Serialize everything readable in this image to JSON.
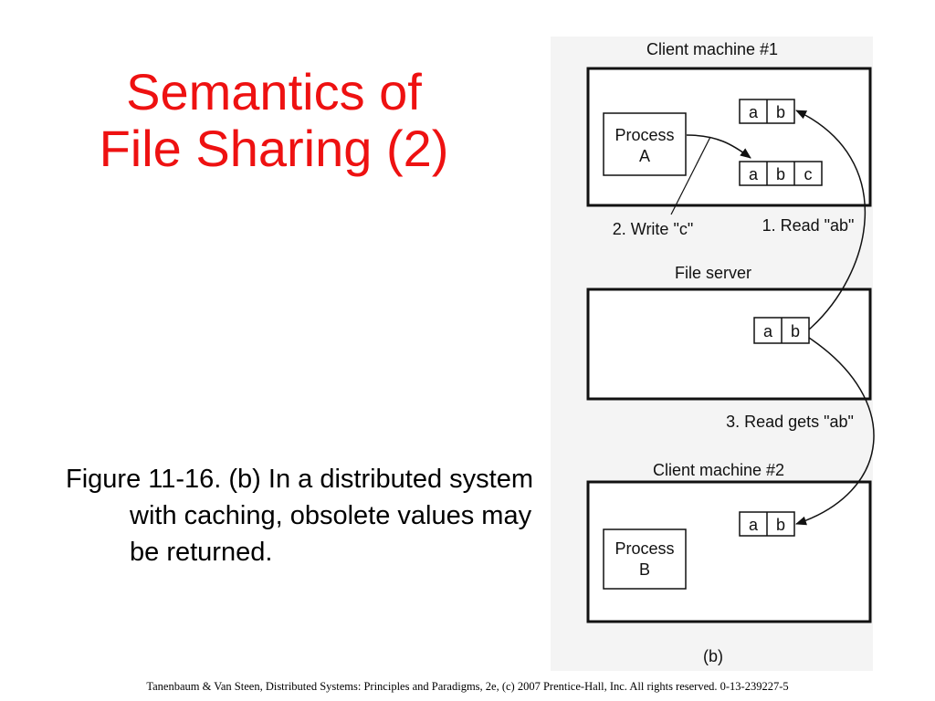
{
  "slide": {
    "title_line1": "Semantics of",
    "title_line2": "File Sharing (2)",
    "caption": "Figure 11-16. (b) In a distributed system with caching, obsolete values may be returned.",
    "footer": "Tanenbaum & Van Steen, Distributed Systems: Principles and Paradigms, 2e, (c) 2007 Prentice-Hall, Inc. All rights reserved. 0-13-239227-5",
    "title_color": "#ee1111"
  },
  "diagram": {
    "client1_label": "Client machine #1",
    "process_a_line1": "Process",
    "process_a_line2": "A",
    "client1_cache_top": [
      "a",
      "b"
    ],
    "client1_cache_bottom": [
      "a",
      "b",
      "c"
    ],
    "write_label": "2. Write \"c\"",
    "read_label": "1. Read \"ab\"",
    "server_label": "File server",
    "server_file": [
      "a",
      "b"
    ],
    "read_gets_label": "3. Read gets \"ab\"",
    "client2_label": "Client machine #2",
    "client2_cache": [
      "a",
      "b"
    ],
    "process_b_line1": "Process",
    "process_b_line2": "B",
    "figure_tag": "(b)"
  }
}
